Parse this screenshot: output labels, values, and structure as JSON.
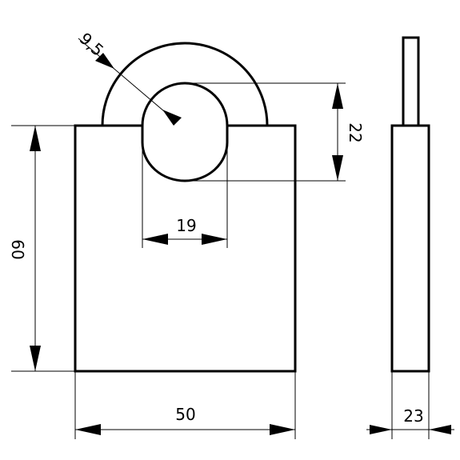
{
  "colors": {
    "line": "#000000",
    "background": "#ffffff"
  },
  "dimensions": {
    "shackle_diameter": "9,5",
    "shackle_clearance_height": "22",
    "shackle_clearance_width": "19",
    "body_height": "60",
    "body_width": "50",
    "body_thickness": "23"
  }
}
